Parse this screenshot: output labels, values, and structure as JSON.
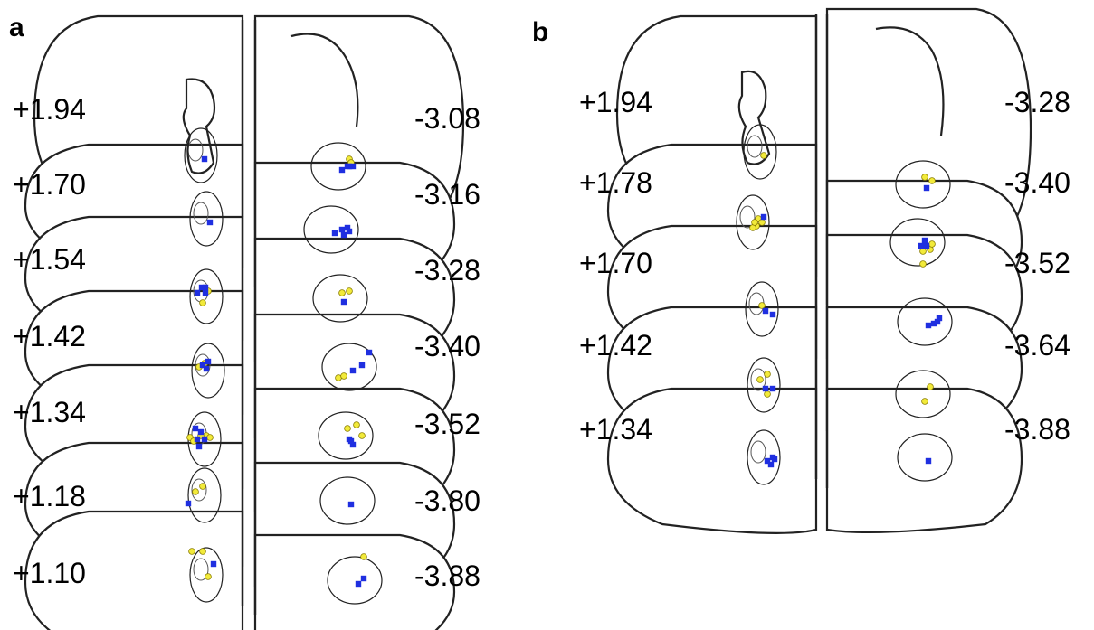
{
  "panels": [
    {
      "letter": "a",
      "left_labels": [
        "+1.94",
        "+1.70",
        "+1.54",
        "+1.42",
        "+1.34",
        "+1.18",
        "+1.10"
      ],
      "right_labels": [
        "-3.08",
        "-3.16",
        "-3.28",
        "-3.40",
        "-3.52",
        "-3.80",
        "-3.88"
      ]
    },
    {
      "letter": "b",
      "left_labels": [
        "+1.94",
        "+1.78",
        "+1.70",
        "+1.42",
        "+1.34"
      ],
      "right_labels": [
        "-3.28",
        "-3.40",
        "-3.52",
        "-3.64",
        "-3.88"
      ]
    }
  ],
  "colors": {
    "square": "#1f2fe0",
    "circle": "#f2ea3a",
    "outline": "#222222"
  },
  "markers": {
    "a_left": [
      {
        "s": 0,
        "sq": [
          [
            0,
            0
          ]
        ],
        "ci": []
      },
      {
        "s": 1,
        "sq": [
          [
            0,
            0
          ]
        ],
        "ci": []
      },
      {
        "s": 2,
        "sq": [
          [
            -14,
            -8
          ],
          [
            -5,
            -8
          ],
          [
            -5,
            -14
          ],
          [
            -9,
            -14
          ]
        ],
        "ci": [
          [
            -2,
            -10
          ],
          [
            -8,
            3
          ]
        ]
      },
      {
        "s": 3,
        "sq": [
          [
            -4,
            -14
          ],
          [
            -10,
            -10
          ],
          [
            -6,
            -6
          ]
        ],
        "ci": [
          [
            -14,
            -8
          ],
          [
            -8,
            -12
          ]
        ]
      },
      {
        "s": 4,
        "sq": [
          [
            -14,
            -16
          ],
          [
            -8,
            -12
          ],
          [
            -4,
            -4
          ],
          [
            -10,
            4
          ],
          [
            -12,
            -4
          ]
        ],
        "ci": [
          [
            -20,
            -6
          ],
          [
            -2,
            -8
          ],
          [
            -16,
            -2
          ],
          [
            2,
            -6
          ],
          [
            -8,
            -8
          ]
        ]
      },
      {
        "s": 5,
        "sq": [
          [
            -22,
            5
          ]
        ],
        "ci": [
          [
            -6,
            -14
          ],
          [
            -14,
            -8
          ]
        ]
      },
      {
        "s": 6,
        "sq": [
          [
            4,
            -16
          ]
        ],
        "ci": [
          [
            -20,
            -30
          ],
          [
            -8,
            -30
          ],
          [
            -2,
            -2
          ]
        ]
      }
    ],
    "a_right": [
      {
        "s": 0,
        "sq": [
          [
            0,
            0
          ],
          [
            6,
            -4
          ],
          [
            12,
            -4
          ],
          [
            8,
            -4
          ]
        ],
        "ci": [
          [
            8,
            -12
          ],
          [
            10,
            -8
          ]
        ]
      },
      {
        "s": 1,
        "sq": [
          [
            0,
            0
          ],
          [
            8,
            -4
          ],
          [
            14,
            -6
          ],
          [
            10,
            2
          ],
          [
            16,
            -2
          ]
        ],
        "ci": []
      },
      {
        "s": 2,
        "sq": [
          [
            0,
            0
          ]
        ],
        "ci": [
          [
            -2,
            -10
          ],
          [
            6,
            -12
          ]
        ]
      },
      {
        "s": 3,
        "sq": [
          [
            0,
            0
          ],
          [
            10,
            -6
          ],
          [
            18,
            -20
          ]
        ],
        "ci": [
          [
            -16,
            8
          ],
          [
            -10,
            6
          ]
        ]
      },
      {
        "s": 4,
        "sq": [
          [
            0,
            0
          ],
          [
            4,
            6
          ],
          [
            2,
            2
          ]
        ],
        "ci": [
          [
            -2,
            -12
          ],
          [
            8,
            -16
          ],
          [
            14,
            -4
          ]
        ]
      },
      {
        "s": 5,
        "sq": [
          [
            0,
            0
          ]
        ],
        "ci": []
      },
      {
        "s": 6,
        "sq": [
          [
            0,
            0
          ],
          [
            6,
            -6
          ]
        ],
        "ci": [
          [
            6,
            -30
          ]
        ]
      }
    ],
    "b_left": [
      {
        "s": 0,
        "sq": [],
        "ci": [
          [
            0,
            0
          ]
        ]
      },
      {
        "s": 1,
        "sq": [
          [
            8,
            -10
          ]
        ],
        "ci": [
          [
            0,
            0
          ],
          [
            -4,
            2
          ],
          [
            2,
            -8
          ],
          [
            6,
            -4
          ],
          [
            -2,
            -4
          ]
        ]
      },
      {
        "s": 2,
        "sq": [
          [
            8,
            2
          ],
          [
            0,
            -2
          ]
        ],
        "ci": [
          [
            -4,
            -8
          ]
        ]
      },
      {
        "s": 3,
        "sq": [
          [
            -2,
            0
          ],
          [
            6,
            0
          ]
        ],
        "ci": [
          [
            0,
            -16
          ],
          [
            -8,
            -10
          ],
          [
            0,
            6
          ]
        ]
      },
      {
        "s": 4,
        "sq": [
          [
            0,
            0
          ],
          [
            6,
            -4
          ],
          [
            8,
            -2
          ],
          [
            4,
            4
          ]
        ],
        "ci": []
      }
    ],
    "b_right": [
      {
        "s": 0,
        "sq": [
          [
            0,
            0
          ]
        ],
        "ci": [
          [
            -2,
            -12
          ],
          [
            6,
            -8
          ]
        ]
      },
      {
        "s": 1,
        "sq": [
          [
            0,
            0
          ],
          [
            6,
            0
          ],
          [
            4,
            -6
          ]
        ],
        "ci": [
          [
            2,
            6
          ],
          [
            10,
            4
          ],
          [
            12,
            -2
          ],
          [
            2,
            20
          ]
        ]
      },
      {
        "s": 2,
        "sq": [
          [
            0,
            0
          ],
          [
            6,
            -2
          ],
          [
            10,
            -4
          ],
          [
            12,
            -8
          ]
        ],
        "ci": []
      },
      {
        "s": 3,
        "sq": [],
        "ci": [
          [
            4,
            -12
          ],
          [
            -2,
            4
          ]
        ]
      },
      {
        "s": 4,
        "sq": [
          [
            0,
            0
          ]
        ],
        "ci": []
      }
    ]
  }
}
